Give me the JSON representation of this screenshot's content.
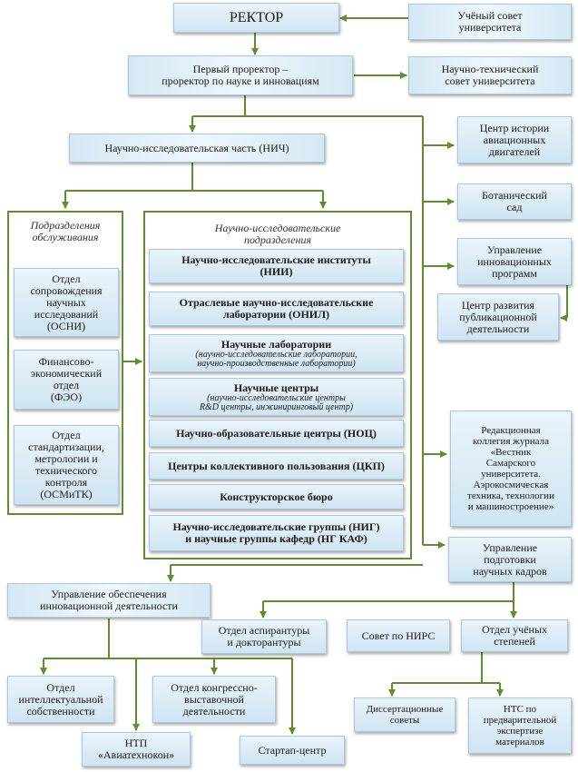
{
  "title": "РЕКТОР",
  "boxes": {
    "council": "Учёный совет\nуниверситета",
    "first_prorector": "Первый проректор –\nпроректор по науке и инновациям",
    "sci_council": "Научно-технический\nсовет университета",
    "nich": "Научно-исследовательская часть (НИЧ)",
    "history_center": "Центр истории\nавиационных\nдвигателей",
    "botanic": "Ботанический\nсад",
    "innov_mgmt": "Управление\nинновационных\nпрограмм",
    "pub_center": "Центр развития\nпубликационной\nдеятельности",
    "editorial": "Редакционная\nколлегия журнала\n«Вестник\nСамарского\nуниверситета.\nАэрокосмическая\nтехника, технологии\nи машиностроение»",
    "training_mgmt": "Управление\nподготовки\nнаучных кадров",
    "innov_support": "Управление обеспечения\nинновационной деятельности",
    "aspirant": "Отдел аспирантуры\nи докторантуры",
    "nirs": "Совет по НИРС",
    "degrees": "Отдел учёных\nстепеней",
    "ip": "Отдел\nинтеллектуальной\nсобственности",
    "congress": "Отдел конгрессно-\nвыставочной\nдеятельности",
    "ntp": "НТП\n«Авиатехнокон»",
    "startup": "Стартап-центр",
    "diss": "Диссертационные\nсоветы",
    "nts": "НТС по\nпредварительной\nэкспертизе\nматериалов"
  },
  "service_group": {
    "title": "Подразделения\nобслуживания",
    "items": [
      "Отдел\nсопровождения\nнаучных\nисследований\n(ОСНИ)",
      "Финансово-\nэкономический\nотдел\n(ФЭО)",
      "Отдел\nстандартизации,\nметрологии и\nтехнического\nконтроля\n(ОСМиТК)"
    ]
  },
  "research_group": {
    "title": "Научно-исследовательские\nподразделения",
    "items": [
      {
        "label": "Научно-исследовательские институты\n(НИИ)",
        "sub": ""
      },
      {
        "label": "Отраслевые научно-исследовательские\nлаборатории (ОНИЛ)",
        "sub": ""
      },
      {
        "label": "Научные лаборатории",
        "sub": "(научно-исследовательские лаборатории,\nнаучно-производственные лаборатории)"
      },
      {
        "label": "Научные центры",
        "sub": "(научно-исследовательские центры\nR&D центры, инжиниринговый центр)"
      },
      {
        "label": "Научно-образовательные центры (НОЦ)",
        "sub": ""
      },
      {
        "label": "Центры коллективного пользования (ЦКП)",
        "sub": ""
      },
      {
        "label": "Конструкторское бюро",
        "sub": ""
      },
      {
        "label": "Научно-исследовательские группы (НИГ)\nи научные группы кафедр (НГ КАФ)",
        "sub": ""
      }
    ]
  },
  "colors": {
    "line": "#5e8f2e",
    "box_top": "#eaf4fb",
    "box_bottom": "#cfe4f2"
  }
}
